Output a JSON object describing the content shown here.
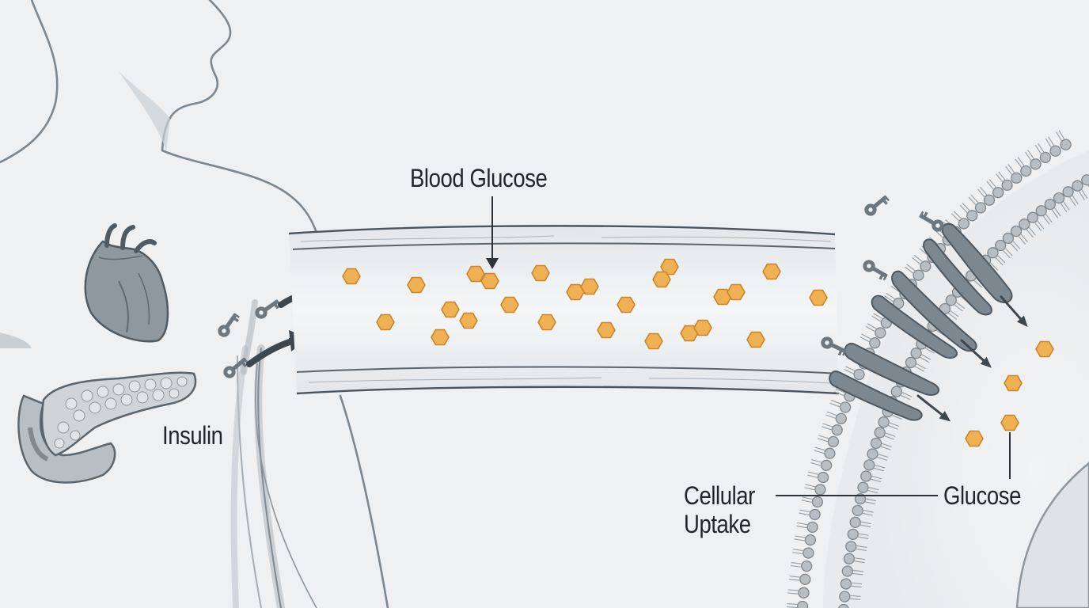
{
  "labels": {
    "blood_glucose": "Blood Glucose",
    "insulin": "Insulin",
    "cellular_uptake": "Cellular Uptake",
    "glucose": "Glucose"
  },
  "colors": {
    "background": "#eef0f2",
    "glucose": "#f0b054",
    "glucose_outline": "#c98527",
    "insulin_key": "#6d7780",
    "outline": "#5c6770",
    "membrane": "#8e979e"
  },
  "icons": {
    "hormone": "key-icon",
    "sugar": "hexagon-icon",
    "heart": "heart-icon",
    "pancreas": "pancreas-icon"
  }
}
